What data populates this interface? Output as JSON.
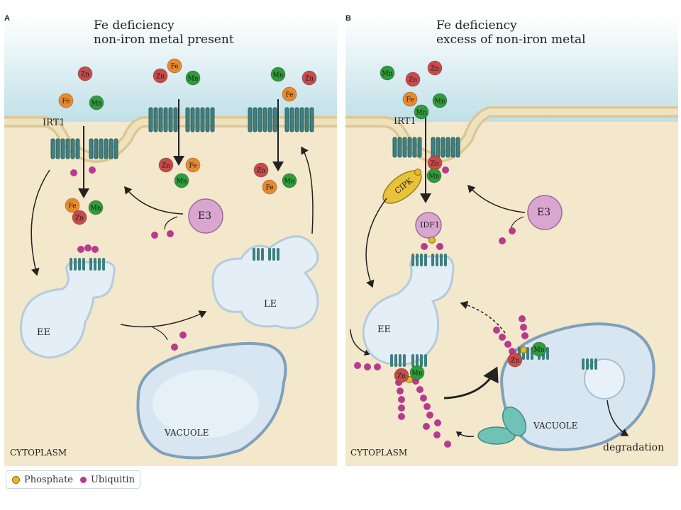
{
  "panels": [
    {
      "letter": "A",
      "title_line1": "Fe deficiency",
      "title_line2": "non-iron metal present",
      "labels": {
        "transporter": "IRT1",
        "e3": "E3",
        "ee": "EE",
        "le": "LE",
        "vacuole": "VACUOLE",
        "cytoplasm": "CYTOPLASM"
      }
    },
    {
      "letter": "B",
      "title_line1": "Fe deficiency",
      "title_line2": "excess of non-iron metal",
      "labels": {
        "transporter": "IRT1",
        "e3": "E3",
        "ee": "EE",
        "kinase": "CIPK",
        "idf1": "IDF1",
        "vacuole": "VACUOLE",
        "cytoplasm": "CYTOPLASM",
        "degradation": "degradation"
      }
    }
  ],
  "metals": {
    "zn": "Zn",
    "fe": "Fe",
    "mn": "Mn"
  },
  "legend": {
    "phosphate": "Phosphate",
    "ubiquitin": "Ubiquitin"
  },
  "colors": {
    "zn": "#c94a4a",
    "fe": "#e88a2c",
    "mn": "#2f9b3a",
    "ubiquitin": "#b83a8e",
    "phosphate": "#e3b82c",
    "membrane": "#e7d7ad",
    "cytoplasm": "#f3e8cc",
    "transporter": "#3f7f80",
    "e3": "#d9a6d2",
    "vesicle": "#e3eef6"
  }
}
